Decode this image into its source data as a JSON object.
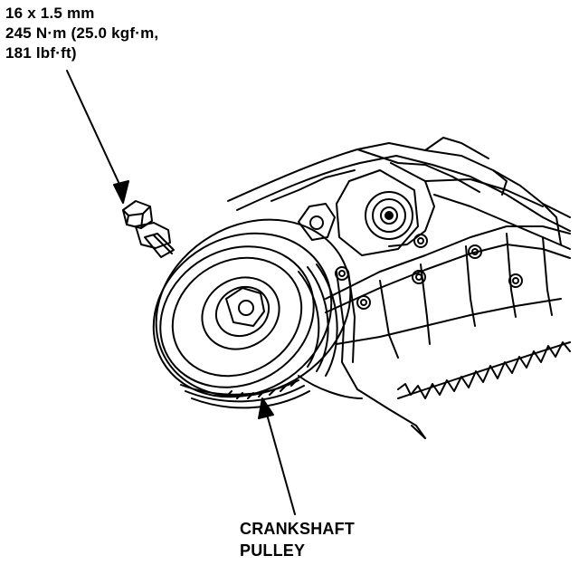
{
  "bolt_spec": {
    "size": "16 x 1.5 mm",
    "torque_line1": "245 N·m (25.0 kgf·m,",
    "torque_line2": "181 lbf·ft)"
  },
  "pulley_label": {
    "line1": "CRANKSHAFT",
    "line2": "PULLEY"
  }
}
